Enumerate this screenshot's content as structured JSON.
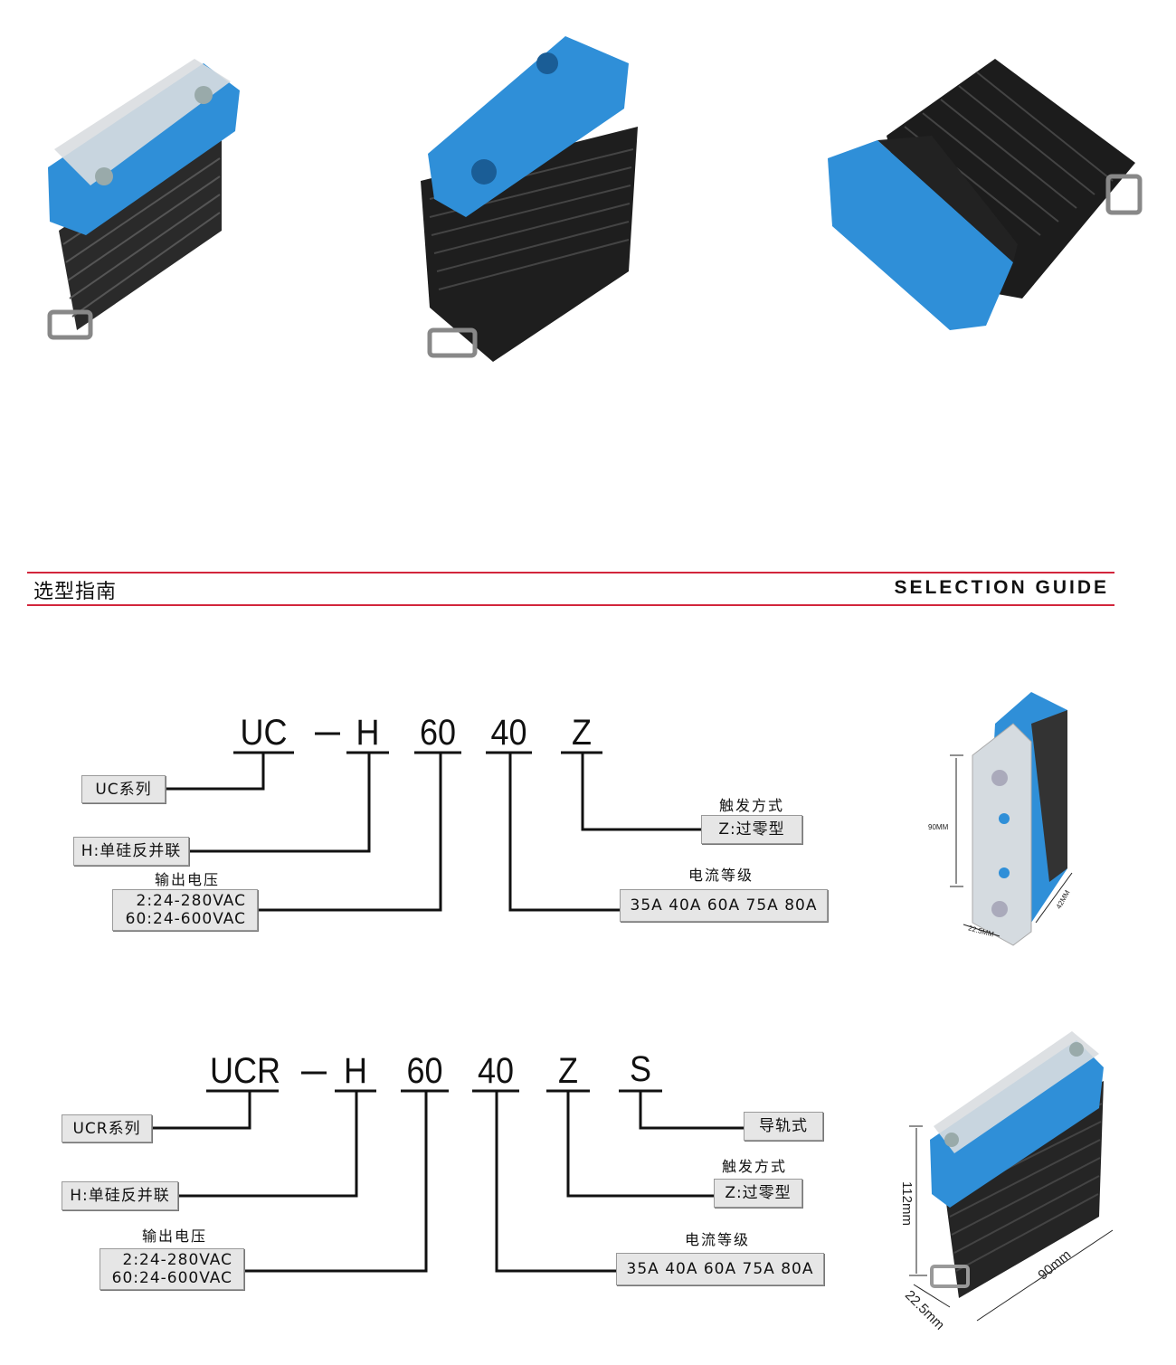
{
  "header": {
    "title_cn": "选型指南",
    "title_en": "SELECTION GUIDE",
    "accent": "#d2263c"
  },
  "diagram_uc": {
    "codes": [
      "UC",
      "H",
      "60",
      "40",
      "Z"
    ],
    "dash": "—",
    "series": "UC系列",
    "structure": "H:单硅反并联",
    "voltage_label": "输出电压",
    "voltage_values": [
      "2:24-280VAC",
      "60:24-600VAC"
    ],
    "current_label": "电流等级",
    "current_values": "35A 40A 60A 75A 80A",
    "trigger_label": "触发方式",
    "trigger_value": "Z:过零型"
  },
  "diagram_ucr": {
    "codes": [
      "UCR",
      "H",
      "60",
      "40",
      "Z",
      "S"
    ],
    "dash": "—",
    "series": "UCR系列",
    "structure": "H:单硅反并联",
    "voltage_label": "输出电压",
    "voltage_values": [
      "2:24-280VAC",
      "60:24-600VAC"
    ],
    "current_label": "电流等级",
    "current_values": "35A 40A 60A 75A 80A",
    "trigger_label": "触发方式",
    "trigger_value": "Z:过零型",
    "mount_value": "导轨式"
  },
  "dimensions_uc": {
    "height": "90MM",
    "depth": "42MM",
    "width": "22.5MM"
  },
  "dimensions_ucr": {
    "height": "112mm",
    "depth": "90mm",
    "width": "22.5mm"
  },
  "colors": {
    "relay_blue": "#2f8fd8",
    "heatsink": "#222222",
    "box_bg": "#e6e6e6"
  }
}
